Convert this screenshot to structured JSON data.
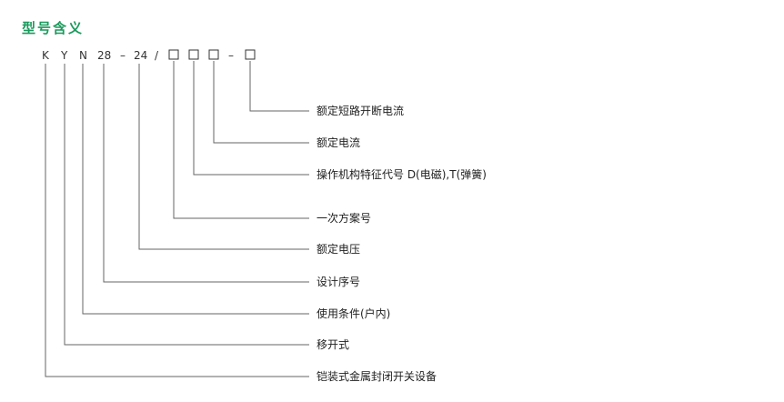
{
  "title": "型号含义",
  "model_code": {
    "letters": [
      "K",
      "Y",
      "N"
    ],
    "design_number": "28",
    "dash1": "–",
    "voltage": "24",
    "slash": "/",
    "dash2": "–"
  },
  "descriptions": [
    "额定短路开断电流",
    "额定电流",
    "操作机构特征代号 D(电磁),T(弹簧)",
    "一次方案号",
    "额定电压",
    "设计序号",
    "使用条件(户内)",
    "移开式",
    "铠装式金属封闭开关设备"
  ]
}
